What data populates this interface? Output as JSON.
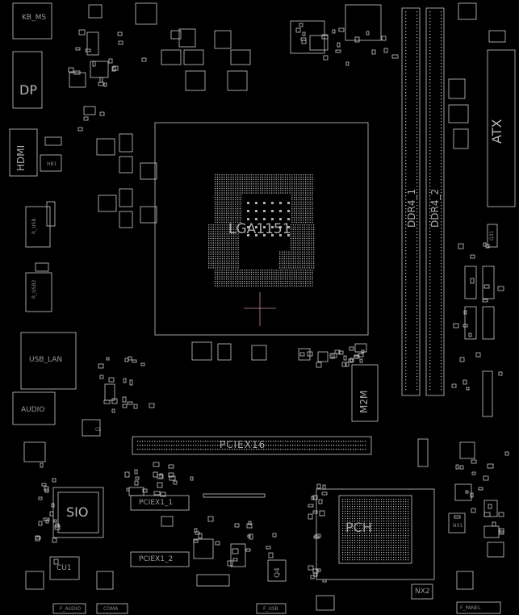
{
  "board": {
    "labels": {
      "kb_ms": "KB_MS",
      "dp": "DP",
      "hdmi": "HDMI",
      "hb1": "HB1",
      "r_usb": "R_USB",
      "r_usb2": "R_USB2",
      "usb_lan": "USB_LAN",
      "audio": "AUDIO",
      "sio": "SIO",
      "cu1": "CU1",
      "socket": "LGA1151",
      "pciex16": "PCIEX16",
      "pciex1_1": "PCIEX1_1",
      "pciex1_2": "PCIEX1_2",
      "m2m": "M2M",
      "ddr4_1": "DDR4_1",
      "ddr4_2": "DDR4_2",
      "atx": "ATX",
      "pch": "PCH",
      "nx2": "NX2",
      "q4": "Q4",
      "f_panel": "F_PANEL",
      "f_audio": "F_AUDIO",
      "coma": "COMA",
      "f_usb": "F_USB",
      "cl": "CL",
      "nx1": "NX1",
      "q31": "Q31"
    }
  }
}
